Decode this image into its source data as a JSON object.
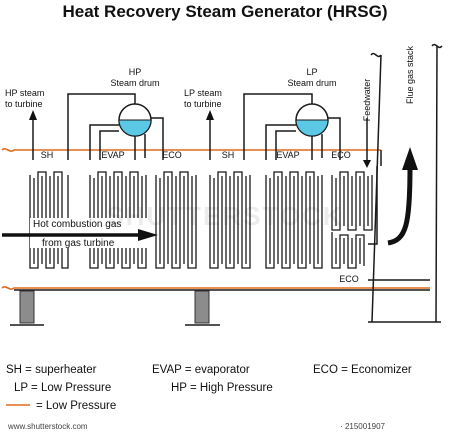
{
  "title": "Heat Recovery Steam Generator (HRSG)",
  "labels": {
    "hp_steam_to_turbine": [
      "HP steam",
      "to turbine"
    ],
    "hp_steam_drum": [
      "HP",
      "Steam drum"
    ],
    "lp_steam_to_turbine": [
      "LP steam",
      "to turbine"
    ],
    "lp_steam_drum": [
      "LP",
      "Steam drum"
    ],
    "feedwater": "Feedwater",
    "flue_gas_stack": "Flue gas stack",
    "sh_1": "SH",
    "evap_1": "EVAP",
    "eco_1": "ECO",
    "sh_2": "SH",
    "evap_2": "EVAP",
    "eco_2": "ECO",
    "eco_bottom": "ECO",
    "gas_line_1": "Hot combustion gas",
    "gas_line_2": "from gas turbine"
  },
  "legend": {
    "sh": "SH = superheater",
    "evap": "EVAP = evaporator",
    "eco": "ECO = Economizer",
    "lp": "LP = Low Pressure",
    "hp": "HP = High Pressure",
    "line": "= Low Pressure"
  },
  "watermark": "SHUTTERSTOCK",
  "footer": {
    "site": "www.shutterstock.com",
    "id": "· 215001907"
  },
  "colors": {
    "hot_line": "#e06a1a",
    "drum_water": "#5bc8e6",
    "support": "#8c8c8c"
  }
}
